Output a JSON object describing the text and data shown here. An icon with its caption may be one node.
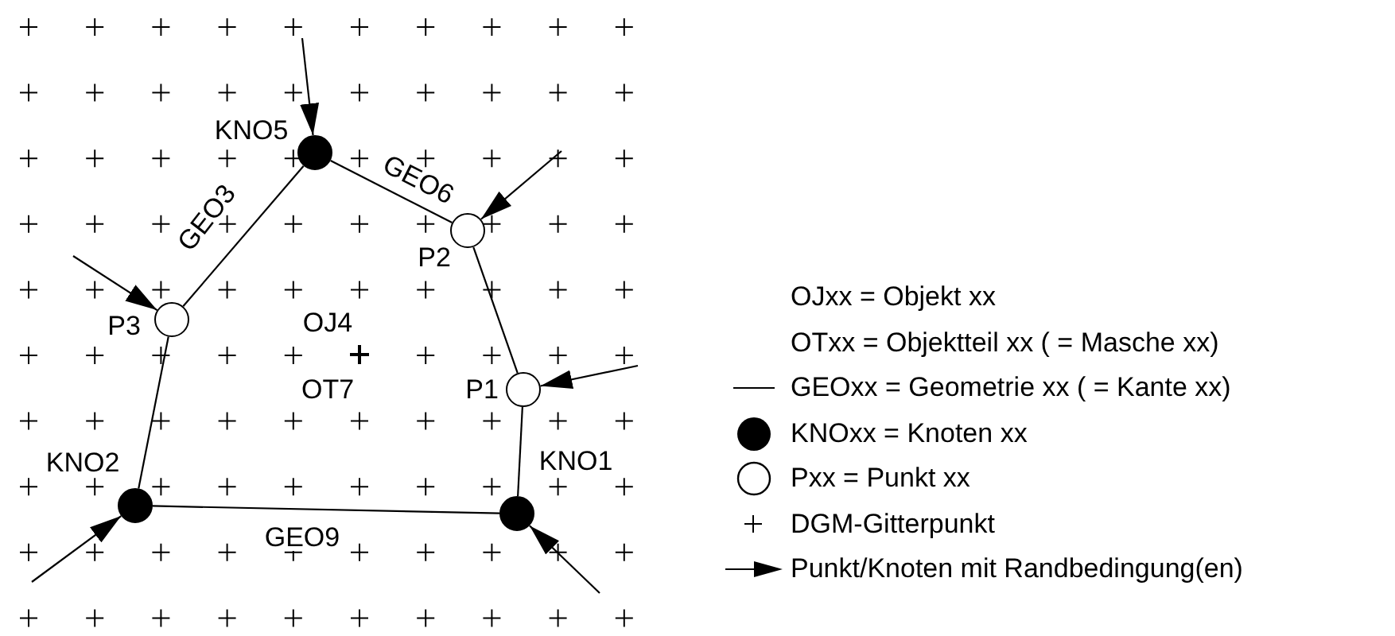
{
  "diagram": {
    "nodes": [
      {
        "text": [],
        "shape": "dot",
        "beside": [
          "KNO5"
        ]
      },
      {
        "text": [],
        "shape": "circle",
        "beside": [
          "P2"
        ]
      },
      {
        "text": [],
        "shape": "circle",
        "beside": [
          "P1"
        ]
      },
      {
        "text": [],
        "shape": "dot",
        "beside": [
          "KNO1"
        ]
      },
      {
        "text": [],
        "shape": "dot",
        "beside": [
          "KNO2"
        ]
      },
      {
        "text": [],
        "shape": "circle",
        "beside": [
          "P3"
        ]
      }
    ],
    "edges": [
      {
        "from": 0,
        "to": 1,
        "arrow": "none",
        "label": "GEO6"
      },
      {
        "from": 1,
        "to": 2,
        "arrow": "none"
      },
      {
        "from": 2,
        "to": 3,
        "arrow": "none"
      },
      {
        "from": 3,
        "to": 4,
        "arrow": "none",
        "label": "GEO9"
      },
      {
        "from": 4,
        "to": 5,
        "arrow": "none"
      },
      {
        "from": 5,
        "to": 0,
        "arrow": "none",
        "label": "GEO3"
      },
      {
        "from": null,
        "to": 0,
        "arrow": "to"
      },
      {
        "from": null,
        "to": 1,
        "arrow": "to"
      },
      {
        "from": null,
        "to": 2,
        "arrow": "to"
      },
      {
        "from": null,
        "to": 3,
        "arrow": "to"
      },
      {
        "from": null,
        "to": 4,
        "arrow": "to"
      },
      {
        "from": null,
        "to": 5,
        "arrow": "to"
      }
    ],
    "labels": [
      "OJ4",
      "OT7"
    ],
    "legend": [
      {
        "text": "OJxx = Objekt xx"
      },
      {
        "text": "OTxx = Objektteil xx ( = Masche xx)"
      },
      {
        "text": "GEOxx = Geometrie xx ( = Kante xx)"
      },
      {
        "text": "KNOxx = Knoten xx"
      },
      {
        "text": "Pxx = Punkt xx"
      },
      {
        "text": "DGM-Gitterpunkt"
      },
      {
        "text": "Punkt/Knoten mit Randbedingung(en)"
      }
    ]
  }
}
